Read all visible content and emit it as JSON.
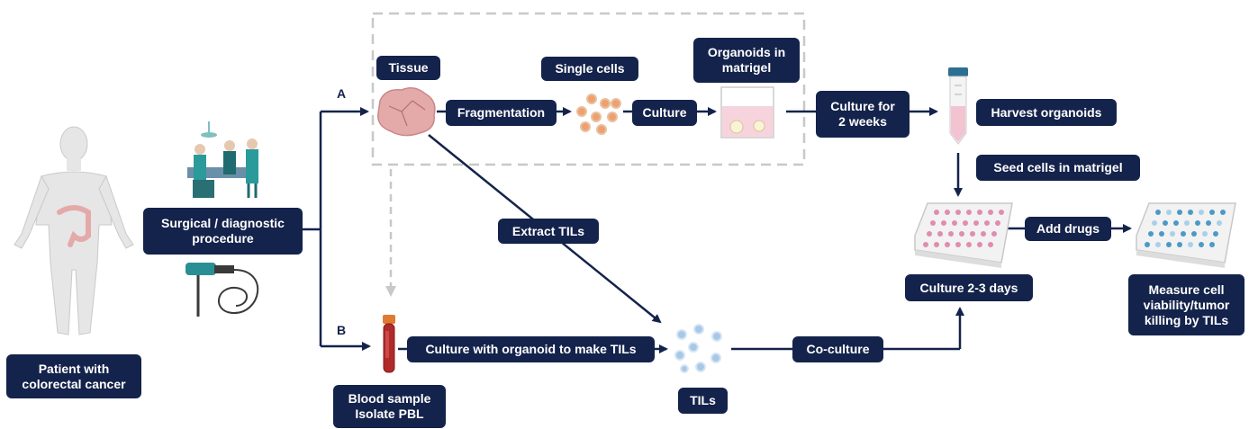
{
  "colors": {
    "navy": "#14234b",
    "dashed": "#c8c8c8",
    "tissue": "#e3aaa9",
    "cells": "#f0a070",
    "tils": "#a8c8e8",
    "blood": "#c03030",
    "plate_pink": "#e08cb0",
    "plate_blue": "#4a9ac8",
    "body": "#e6e6e6"
  },
  "path_labels": {
    "a": "A",
    "b": "B"
  },
  "patient": {
    "label": "Patient with\ncolorectal cancer"
  },
  "procedure": {
    "label": "Surgical / diagnostic\nprocedure"
  },
  "tissue": {
    "label": "Tissue"
  },
  "fragmentation": {
    "label": "Fragmentation"
  },
  "single_cells": {
    "label": "Single cells"
  },
  "culture": {
    "label": "Culture"
  },
  "organoids": {
    "label": "Organoids in\nmatrigel"
  },
  "culture_2weeks": {
    "label": "Culture for\n2 weeks"
  },
  "harvest": {
    "label": "Harvest organoids"
  },
  "seed": {
    "label": "Seed cells in matrigel"
  },
  "add_drugs": {
    "label": "Add drugs"
  },
  "measure": {
    "label": "Measure cell\nviability/tumor\nkilling by TILs"
  },
  "culture_days": {
    "label": "Culture 2-3 days"
  },
  "extract_tils": {
    "label": "Extract TILs"
  },
  "blood": {
    "label": "Blood sample\nIsolate PBL"
  },
  "culture_organoid": {
    "label": "Culture with organoid to make TILs"
  },
  "tils": {
    "label": "TILs"
  },
  "coculture": {
    "label": "Co-culture"
  }
}
